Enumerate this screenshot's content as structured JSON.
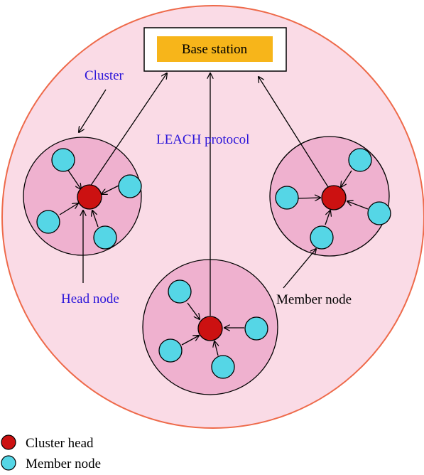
{
  "diagram": {
    "base_station_label": "Base station",
    "cluster_label": "Cluster",
    "protocol_label": "LEACH protocol",
    "head_node_label": "Head node",
    "member_node_label": "Member node"
  },
  "legend": {
    "items": [
      {
        "label": "Cluster head",
        "color": "#cc1111"
      },
      {
        "label": "Member node",
        "color": "#55d6e6"
      }
    ]
  },
  "colors": {
    "outer_fill": "#fadbe6",
    "outer_stroke": "#ee6a4a",
    "cluster_fill": "#efb1cf",
    "base_station_fill": "#f7b51a",
    "label_blue": "#2a14d9",
    "head_fill": "#cc1111",
    "member_fill": "#55d6e6"
  }
}
